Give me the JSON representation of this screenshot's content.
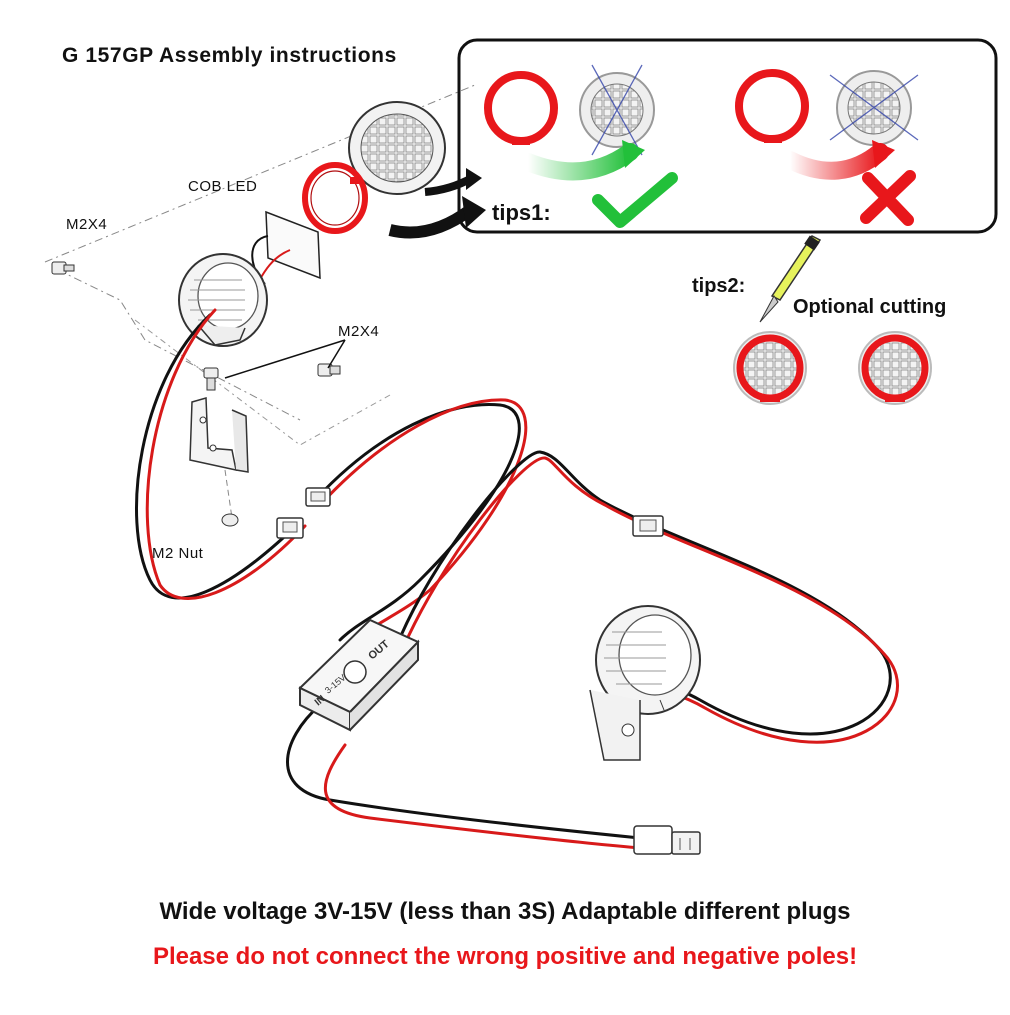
{
  "diagram": {
    "title": "G 157GP Assembly instructions",
    "labels": {
      "cob_led": "COB LED",
      "screw_top": "M2X4",
      "screw_mid": "M2X4",
      "nut": "M2 Nut",
      "tips1": "tips1:",
      "tips2": "tips2:",
      "optional_cutting": "Optional cutting"
    },
    "controller": {
      "out_label": "OUT",
      "in_label": "IN",
      "range_label": "3-15V"
    },
    "footer": {
      "line1": "Wide voltage 3V-15V (less than 3S) Adaptable different plugs",
      "line2": "Please do not connect the wrong positive and negative poles!"
    },
    "colors": {
      "ring_red": "#e8171b",
      "ok_green": "#22c03a",
      "cross_red": "#e8171b",
      "wire_red": "#d81a1a",
      "wire_black": "#111111"
    }
  }
}
